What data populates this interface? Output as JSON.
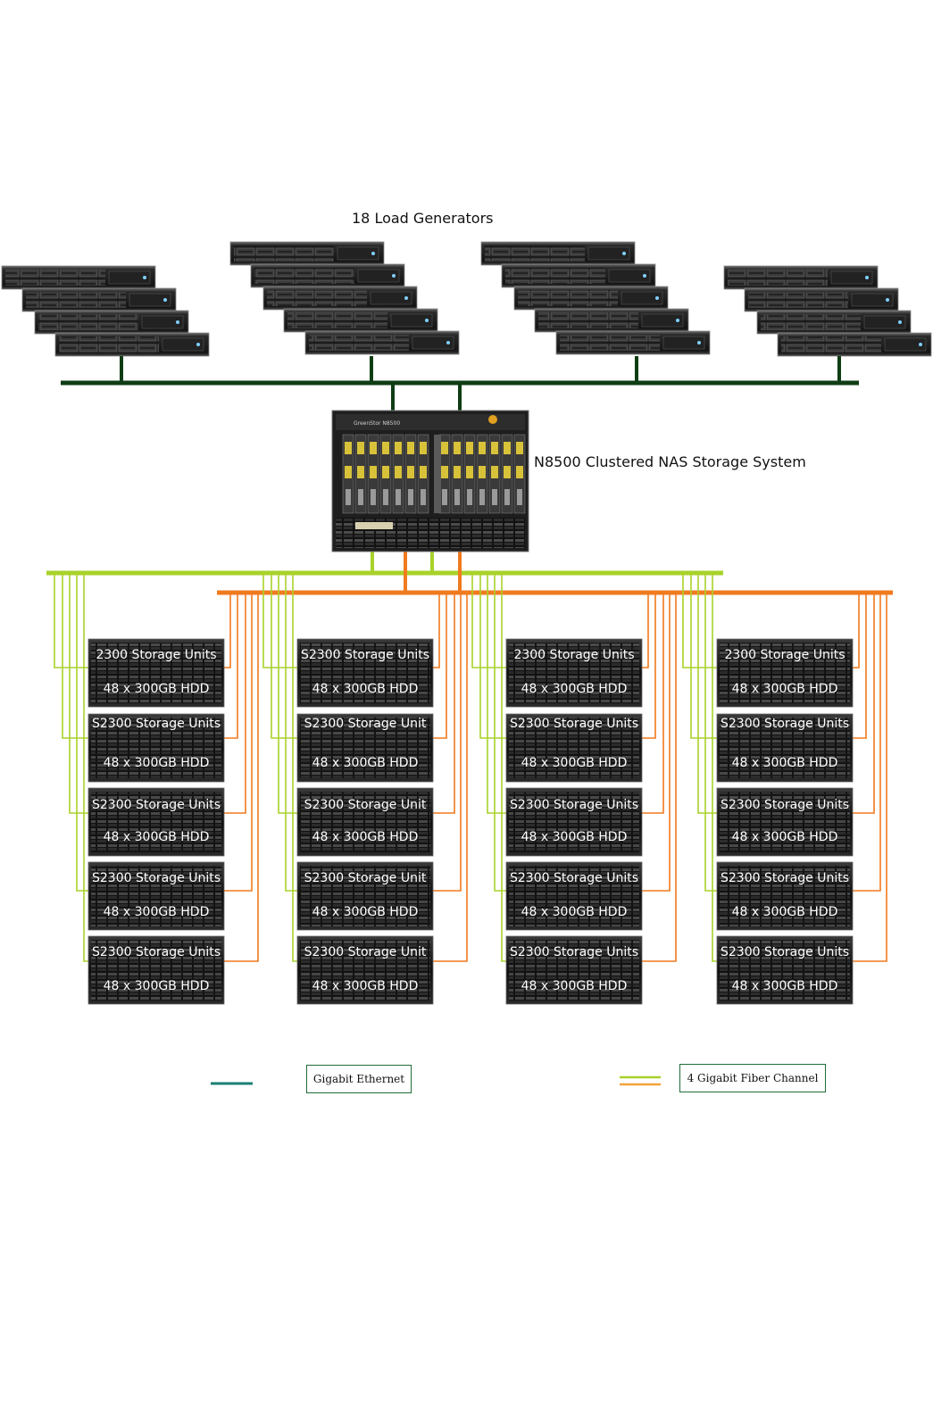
{
  "load_generators": {
    "title": "18 Load Generators",
    "count": 18
  },
  "nas": {
    "title": "N8500 Clustered NAS Storage System",
    "faceplate": "GreenStor N8500"
  },
  "storage_columns": [
    {
      "units": [
        {
          "name": "2300 Storage Units",
          "disks": "48 x 300GB HDD"
        },
        {
          "name": "S2300 Storage Units",
          "disks": "48 x 300GB HDD"
        },
        {
          "name": "S2300 Storage Units",
          "disks": "48 x 300GB HDD"
        },
        {
          "name": "S2300 Storage Units",
          "disks": "48 x 300GB HDD"
        },
        {
          "name": "S2300 Storage Units",
          "disks": "48 x 300GB HDD"
        }
      ]
    },
    {
      "units": [
        {
          "name": "S2300 Storage Units",
          "disks": "48 x 300GB HDD"
        },
        {
          "name": "S2300 Storage Unit",
          "disks": "48 x 300GB HDD"
        },
        {
          "name": "S2300 Storage Unit",
          "disks": "48 x 300GB HDD"
        },
        {
          "name": "S2300 Storage Unit",
          "disks": "48 x 300GB HDD"
        },
        {
          "name": "S2300 Storage Unit",
          "disks": "48 x 300GB HDD"
        }
      ]
    },
    {
      "units": [
        {
          "name": "2300 Storage Units",
          "disks": "48 x 300GB HDD"
        },
        {
          "name": "S2300 Storage Units",
          "disks": "48 x 300GB HDD"
        },
        {
          "name": "S2300 Storage Units",
          "disks": "48 x 300GB HDD"
        },
        {
          "name": "S2300 Storage Units",
          "disks": "48 x 300GB HDD"
        },
        {
          "name": "S2300 Storage Units",
          "disks": "48 x 300GB HDD"
        }
      ]
    },
    {
      "units": [
        {
          "name": "2300 Storage Units",
          "disks": "48 x 300GB HDD"
        },
        {
          "name": "S2300 Storage Units",
          "disks": "48 x 300GB HDD"
        },
        {
          "name": "S2300 Storage Units",
          "disks": "48 x 300GB HDD"
        },
        {
          "name": "S2300 Storage Units",
          "disks": "48 x 300GB HDD"
        },
        {
          "name": "S2300 Storage Units",
          "disks": "48 x 300GB HDD"
        }
      ]
    }
  ],
  "legend": {
    "ethernet": {
      "label": "Gigabit Ethernet",
      "color": "#1a7f74"
    },
    "fiber": {
      "label": "4 Gigabit Fiber Channel",
      "colors": [
        "#a8d22a",
        "#f2a23a"
      ]
    }
  },
  "colors": {
    "ethernet_bus": "#0f3d14",
    "fc_green": "#a8d22a",
    "fc_orange": "#f07a1e",
    "server_dark": "#1b1b1b"
  }
}
